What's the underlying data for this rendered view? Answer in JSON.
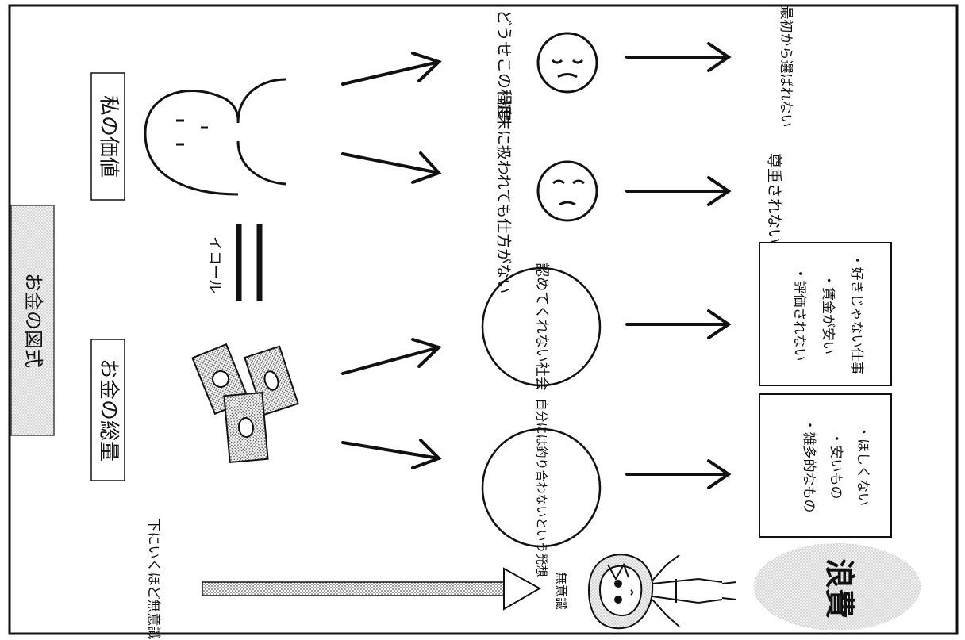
{
  "title": "お金の図式",
  "labels": {
    "watashi_no_kachi": "私の価値",
    "okane_no_souryou": "お金の総量",
    "equal": "イコール",
    "muishiki_arrow": "下にいくほど無意識",
    "muishiki_person": "無意識",
    "waste": "浪費"
  },
  "thoughts": {
    "douse": "どうせこの程度",
    "somatsu": "粗末に扱われても仕方がない",
    "mitomete": "認めてくれない社会",
    "tsuriawanai": "自分には釣り合わないという発想"
  },
  "results": {
    "erabarenai": "最初から選ばれない",
    "sonchou": "尊重されない",
    "work_box": [
      "・評価されない",
      "・賃金が安い",
      "・好きじゃない仕事"
    ],
    "goods_box": [
      "・雑多的なもの",
      "・安いもの",
      "・ほしくない"
    ]
  },
  "colors": {
    "title_box": "#d8d8d8",
    "waste_ellipse": "#e6e6e6",
    "line": "#111111"
  }
}
